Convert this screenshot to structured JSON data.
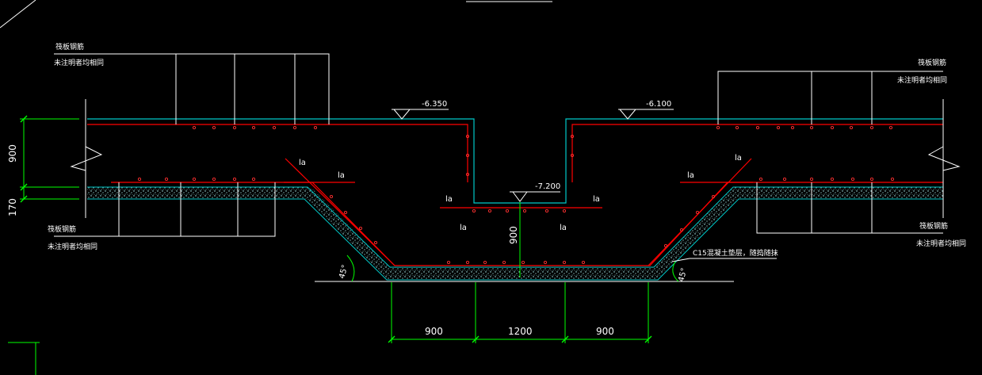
{
  "colors": {
    "background": "#000000",
    "outline": "#ffffff",
    "rebar": "#ff0000",
    "concrete_edge": "#00c8c8",
    "dimension": "#00ff00",
    "hatch": "#a0ffff"
  },
  "labels": {
    "top_left_rebar_title": "筏板钢筋",
    "top_left_rebar_note": "未注明者均相同",
    "top_right_rebar_title": "筏板钢筋",
    "top_right_rebar_note": "未注明者均相同",
    "bottom_left_rebar_title": "筏板钢筋",
    "bottom_left_rebar_note": "未注明者均相同",
    "bottom_right_rebar_title": "筏板钢筋",
    "bottom_right_rebar_note": "未注明者均相同",
    "cushion_note": "C15混凝土垫层，随捣随抹"
  },
  "elevations": {
    "left": "-6.350",
    "right": "-6.100",
    "pit": "-7.200"
  },
  "anchorage": {
    "la1": "la",
    "la2": "la",
    "la3": "la",
    "la4": "la",
    "la5": "la",
    "la6": "la",
    "la7": "la",
    "la8": "la"
  },
  "dimensions": {
    "left_height": "900",
    "left_cushion": "170",
    "pit_depth": "900",
    "bottom_left": "900",
    "bottom_middle": "1200",
    "bottom_right": "900"
  },
  "angles": {
    "left": "45°",
    "right": "45°"
  }
}
